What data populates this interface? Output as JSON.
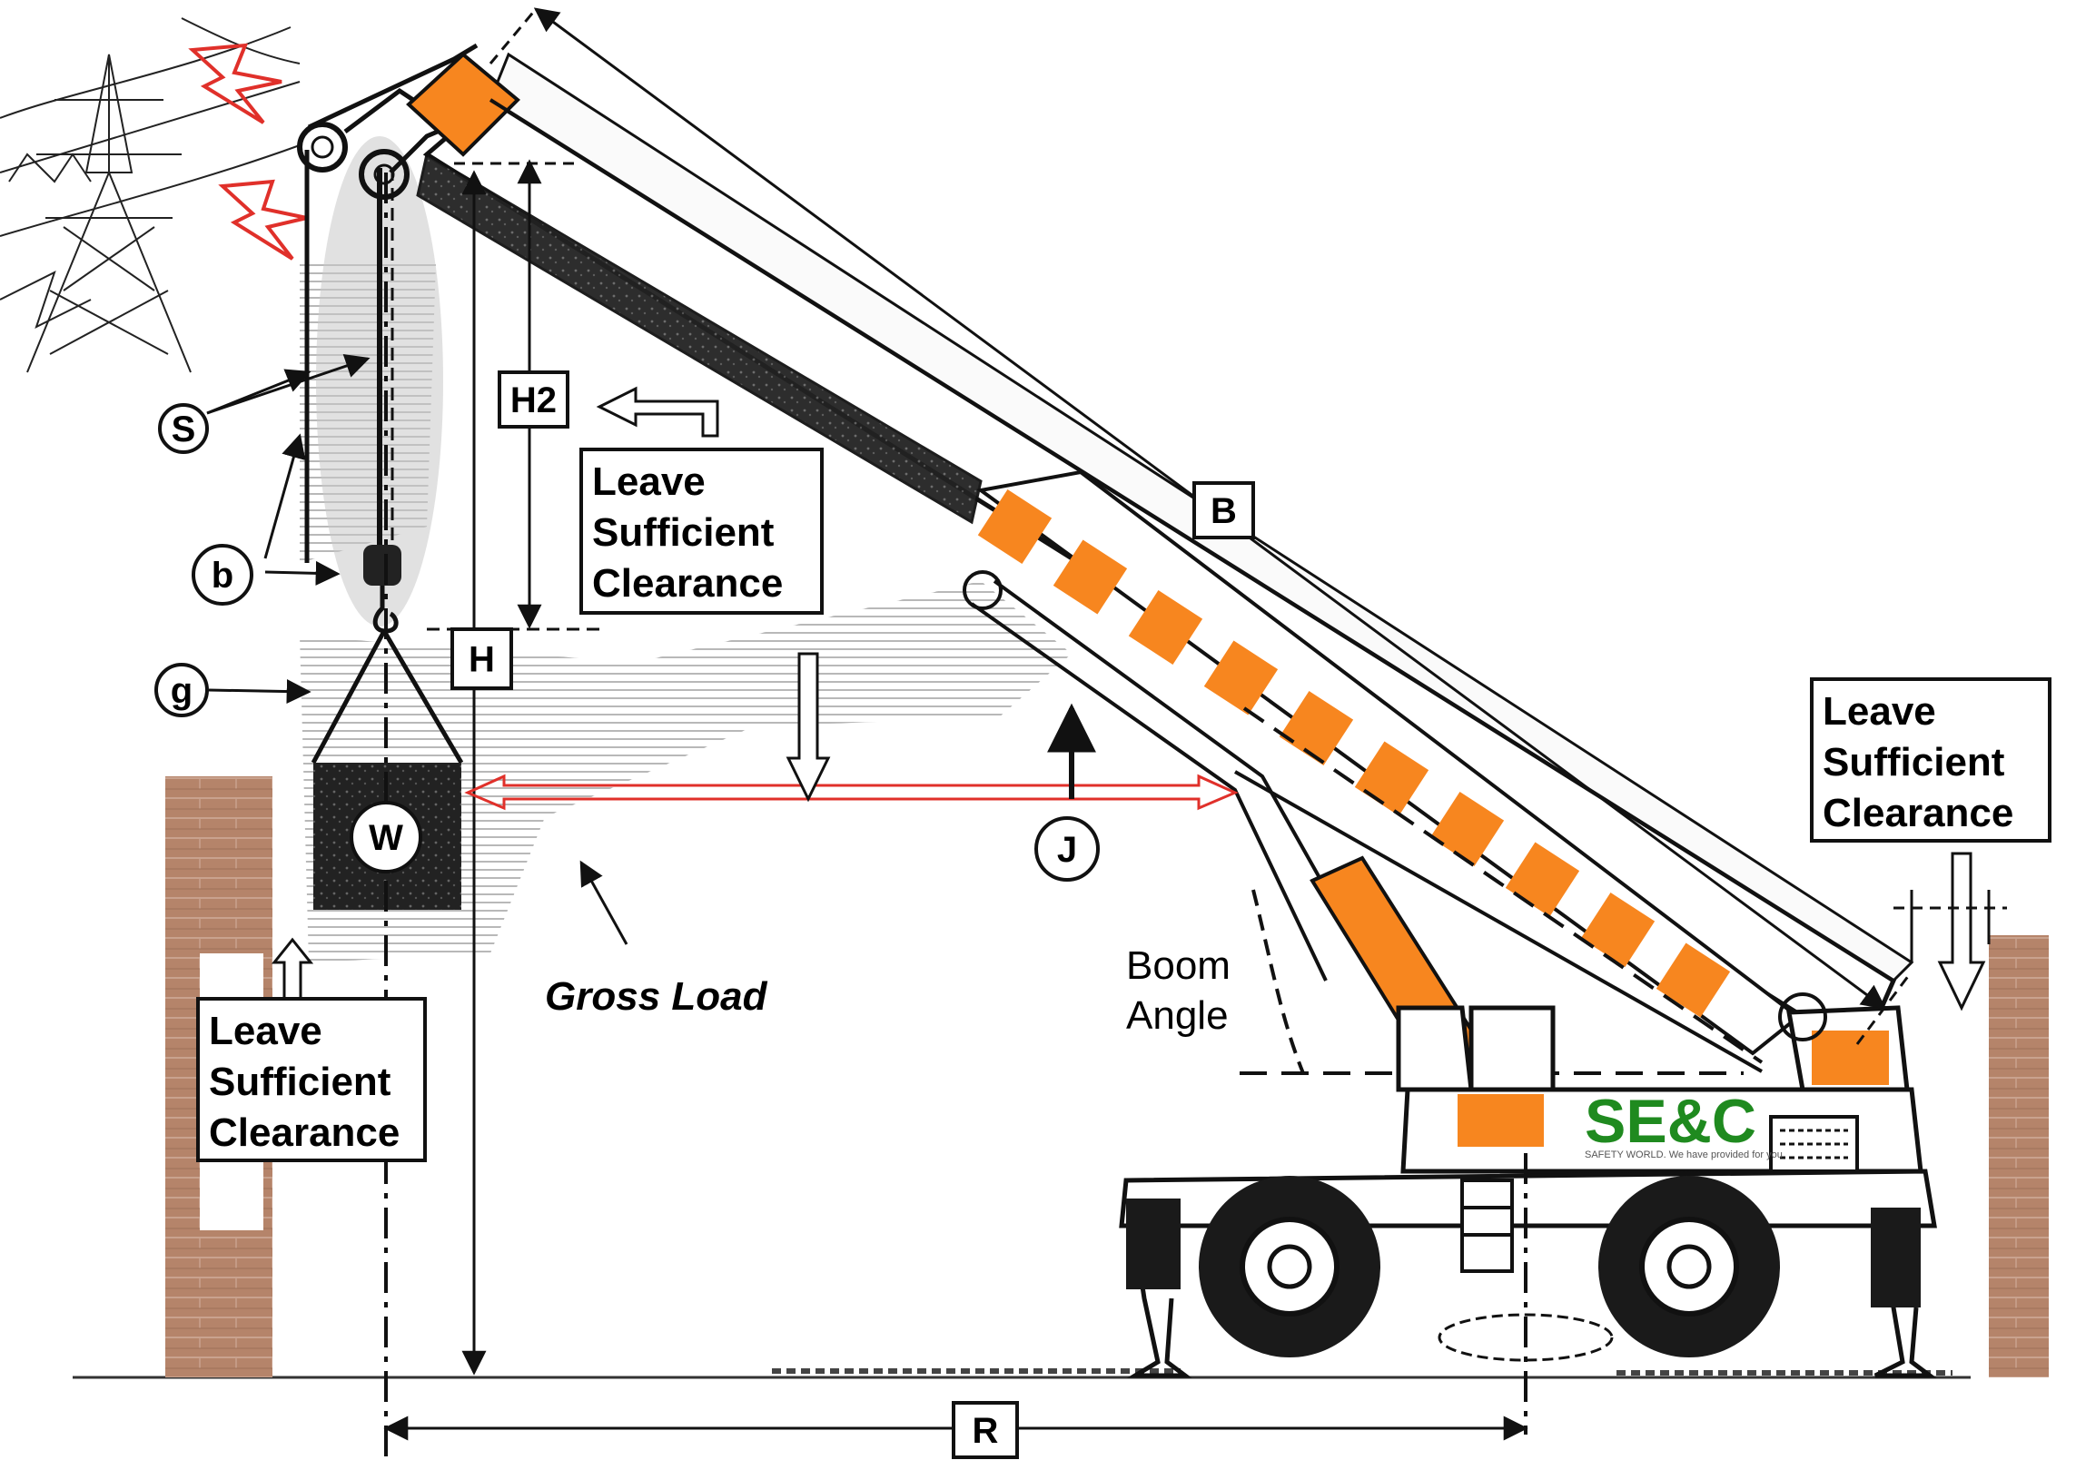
{
  "labels": {
    "S": "S",
    "b": "b",
    "g": "g",
    "W": "W",
    "J": "J",
    "H": "H",
    "H2": "H2",
    "B": "B",
    "R": "R"
  },
  "clearance": {
    "line1": "Leave",
    "line2": "Sufficient",
    "line3": "Clearance"
  },
  "gross_load": "Gross Load",
  "boom_angle": {
    "line1": "Boom",
    "line2": "Angle"
  },
  "logo": {
    "text": "SE&C",
    "tagline": "SAFETY WORLD. We have provided for you",
    "color": "#1f8a1f"
  },
  "colors": {
    "orange": "#f7861f",
    "brick": "#b5846a",
    "red": "#e0302a",
    "black": "#111111"
  }
}
